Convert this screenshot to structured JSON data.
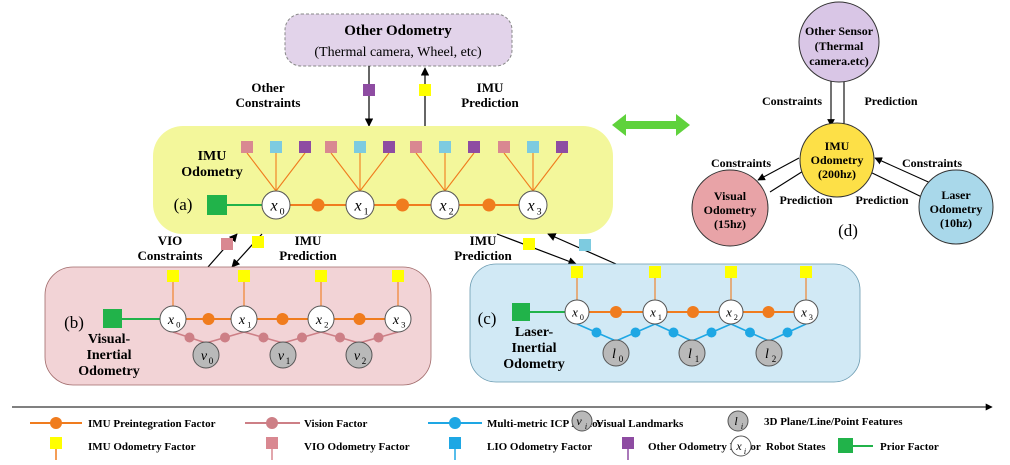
{
  "colors": {
    "imu_factor": "#f07c1e",
    "imu_line": "#f07c1e",
    "vision_factor": "#cd7f86",
    "vio_factor": "#d98891",
    "icp_factor": "#1ea7e4",
    "lio_factor": "#7dcbe0",
    "other_factor": "#8e4ca2",
    "imu_odom_factor": "#ffff00",
    "prior_factor": "#21b34a",
    "panel_a": "#f3f79b",
    "panel_b": "#f2d3d6",
    "panel_c": "#d1e9f5",
    "other_box": "#e2d3ea",
    "node_other": "#d9c6e6",
    "node_imu": "#fde047",
    "node_visual": "#e8a3a7",
    "node_laser": "#a9d8ea",
    "landmark": "#b9b9b9",
    "double_arrow": "#5fd23c"
  },
  "other_odometry": {
    "title": "Other Odometry",
    "subtitle": "(Thermal camera, Wheel, etc)"
  },
  "panel_a": {
    "tag": "(a)",
    "title_l1": "IMU",
    "title_l2": "Odometry",
    "states": [
      "x",
      "x",
      "x",
      "x"
    ],
    "state_subs": [
      "0",
      "1",
      "2",
      "3"
    ]
  },
  "labels": {
    "other_constraints_l1": "Other",
    "other_constraints_l2": "Constraints",
    "imu_prediction_top_l1": "IMU",
    "imu_prediction_top_l2": "Prediction",
    "vio_constraints_l1": "VIO",
    "vio_constraints_l2": "Constraints",
    "imu_prediction_b_l1": "IMU",
    "imu_prediction_b_l2": "Prediction",
    "imu_prediction_c_l1": "IMU",
    "imu_prediction_c_l2": "Prediction"
  },
  "panel_b": {
    "tag": "(b)",
    "title_l1": "Visual-",
    "title_l2": "Inertial",
    "title_l3": "Odometry",
    "states": [
      "x",
      "x",
      "x",
      "x"
    ],
    "state_subs": [
      "0",
      "1",
      "2",
      "3"
    ],
    "landmarks": [
      "v",
      "v",
      "v"
    ],
    "landmark_subs": [
      "0",
      "1",
      "2"
    ]
  },
  "panel_c": {
    "tag": "(c)",
    "title_l1": "Laser-",
    "title_l2": "Inertial",
    "title_l3": "Odometry",
    "states": [
      "x",
      "x",
      "x",
      "x"
    ],
    "state_subs": [
      "0",
      "1",
      "2",
      "3"
    ],
    "landmarks": [
      "l",
      "l",
      "l"
    ],
    "landmark_subs": [
      "0",
      "1",
      "2"
    ]
  },
  "panel_d": {
    "tag": "(d)",
    "other_sensor": [
      "Other Sensor",
      "(Thermal",
      "camera.etc)"
    ],
    "imu": [
      "IMU",
      "Odometry",
      "(200hz)"
    ],
    "visual": [
      "Visual",
      "Odometry",
      "(15hz)"
    ],
    "laser": [
      "Laser",
      "Odometry",
      "(10hz)"
    ],
    "constraints": "Constraints",
    "prediction": "Prediction"
  },
  "legend": {
    "imu_preint": "IMU Preintegration Factor",
    "vision": "Vision Factor",
    "icp": "Multi-metric ICP  Factor",
    "visual_landmarks": "Visual Landmarks",
    "landmark_symbol": "v",
    "landmark_sub": "i",
    "plane_symbol": "l",
    "plane_sub": "i",
    "plane": "3D Plane/Line/Point Features",
    "imu_odom": "IMU Odometry Factor",
    "vio_odom": "VIO Odometry Factor",
    "lio_odom": "LIO Odometry Factor",
    "other_odom": "Other Odometry Factor",
    "robot_symbol": "x",
    "robot_sub": "i",
    "robot_states": "Robot States",
    "prior": "Prior Factor"
  }
}
